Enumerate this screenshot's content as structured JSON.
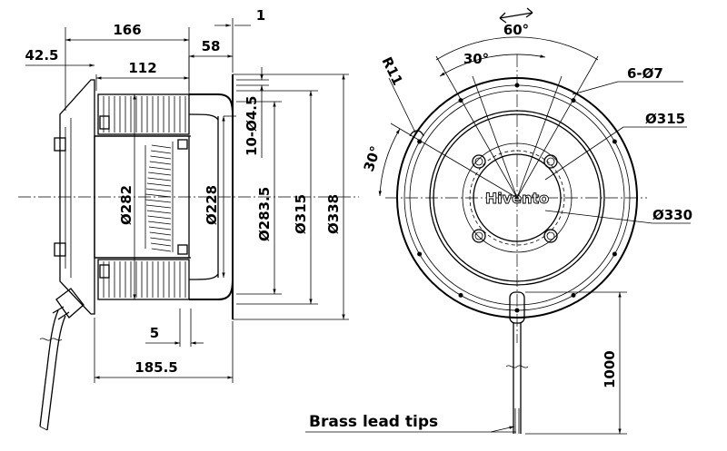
{
  "side_view": {
    "dim_overall_to_flange": "166",
    "dim_flange_thickness": "1",
    "dim_42_5": "42.5",
    "dim_112": "112",
    "dim_58": "58",
    "dim_mount_holes": "10-Ø4.5",
    "dim_d282": "Ø282",
    "dim_d228": "Ø228",
    "dim_d283_5": "Ø283.5",
    "dim_d315": "Ø315",
    "dim_d338": "Ø338",
    "dim_5": "5",
    "dim_185_5": "185.5"
  },
  "front_view": {
    "dim_rotation_angle": "60°",
    "dim_30_top": "30°",
    "dim_radius": "R11",
    "dim_30_left": "30°",
    "dim_holes": "6-Ø7",
    "dim_d315": "Ø315",
    "dim_d330": "Ø330",
    "dim_cable_length": "1000",
    "logo_text": "Hivento"
  },
  "callouts": {
    "brass_lead_tips": "Brass lead tips"
  }
}
